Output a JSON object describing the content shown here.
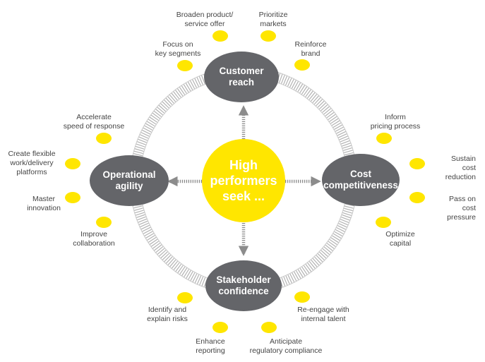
{
  "colors": {
    "gray": "#646569",
    "yellow": "#ffe600",
    "ring": "#b3b3b3",
    "arrow": "#8c8c8c",
    "text": "#444444"
  },
  "center": {
    "text": "High\nperformers\nseek ..."
  },
  "nodes": {
    "customer_reach": "Customer\nreach",
    "cost_competitiveness": "Cost\ncompetitiveness",
    "stakeholder_confidence": "Stakeholder\nconfidence",
    "operational_agility": "Operational\nagility"
  },
  "actions": {
    "broaden_product": "Broaden product/\nservice offer",
    "prioritize_markets": "Prioritize\nmarkets",
    "focus_segments": "Focus on\nkey segments",
    "reinforce_brand": "Reinforce\nbrand",
    "inform_pricing": "Inform\npricing process",
    "sustain_cost": "Sustain cost\nreduction",
    "pass_on_cost": "Pass on\ncost pressure",
    "optimize_capital": "Optimize\ncapital",
    "identify_risks": "Identify and\nexplain risks",
    "reengage_talent": "Re-engage with\ninternal talent",
    "enhance_reporting": "Enhance\nreporting",
    "anticipate_compliance": "Anticipate\nregulatory compliance",
    "accelerate_speed": "Accelerate\nspeed of response",
    "create_platforms": "Create flexible\nwork/delivery\nplatforms",
    "master_innovation": "Master\ninnovation",
    "improve_collaboration": "Improve\ncollaboration"
  }
}
